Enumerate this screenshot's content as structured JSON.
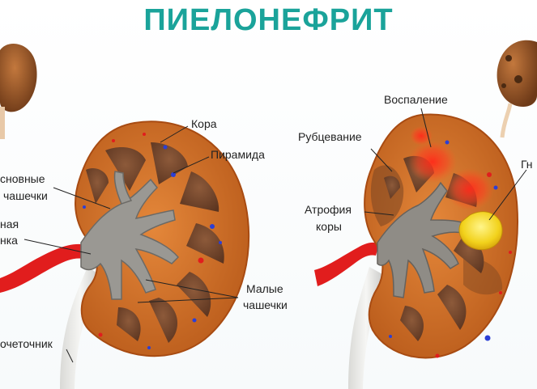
{
  "title": "ПИЕЛОНЕФРИТ",
  "left_kidney": {
    "labels": {
      "cortex": "Кора",
      "pyramid": "Пирамида",
      "major_calyx_1": "сновные",
      "major_calyx_2": "чашечки",
      "pelvis_1": "ная",
      "pelvis_2": "нка",
      "minor_calyx_1": "Малые",
      "minor_calyx_2": "чашечки",
      "ureter": "очеточник"
    }
  },
  "right_kidney": {
    "labels": {
      "inflammation": "Воспаление",
      "scarring": "Рубцевание",
      "atrophy_1": "Атрофия",
      "atrophy_2": "коры",
      "pus": "Гн"
    }
  }
}
